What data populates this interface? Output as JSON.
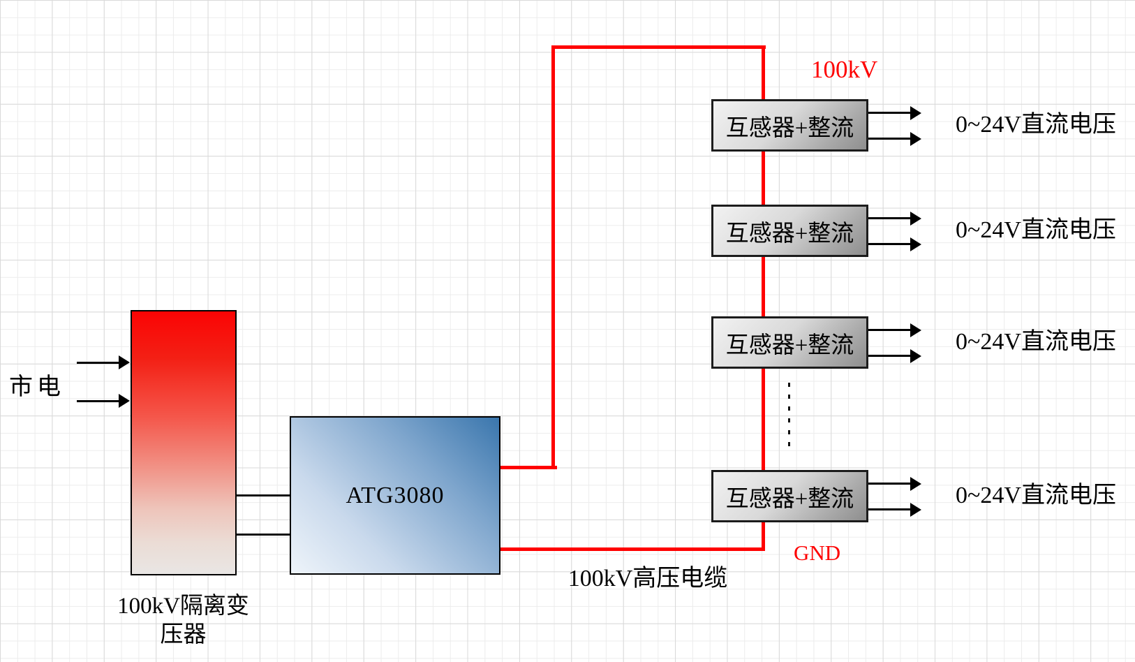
{
  "diagram": {
    "mains_label": "市电",
    "transformer_caption_line1": "100kV隔离变",
    "transformer_caption_line2": "压器",
    "controller_label": "ATG3080",
    "hv_voltage_label": "100kV",
    "gnd_label": "GND",
    "cable_label": "100kV高压电缆",
    "modules": [
      {
        "label": "互感器+整流",
        "output_label": "0~24V直流电压"
      },
      {
        "label": "互感器+整流",
        "output_label": "0~24V直流电压"
      },
      {
        "label": "互感器+整流",
        "output_label": "0~24V直流电压"
      },
      {
        "label": "互感器+整流",
        "output_label": "0~24V直流电压"
      }
    ],
    "colors": {
      "wire_red": "#ff0000",
      "label_red": "#fe0000",
      "transformer_top": "#fb0404",
      "controller_blue": "#3a76ad",
      "module_gray": "#8e8e8e"
    }
  }
}
